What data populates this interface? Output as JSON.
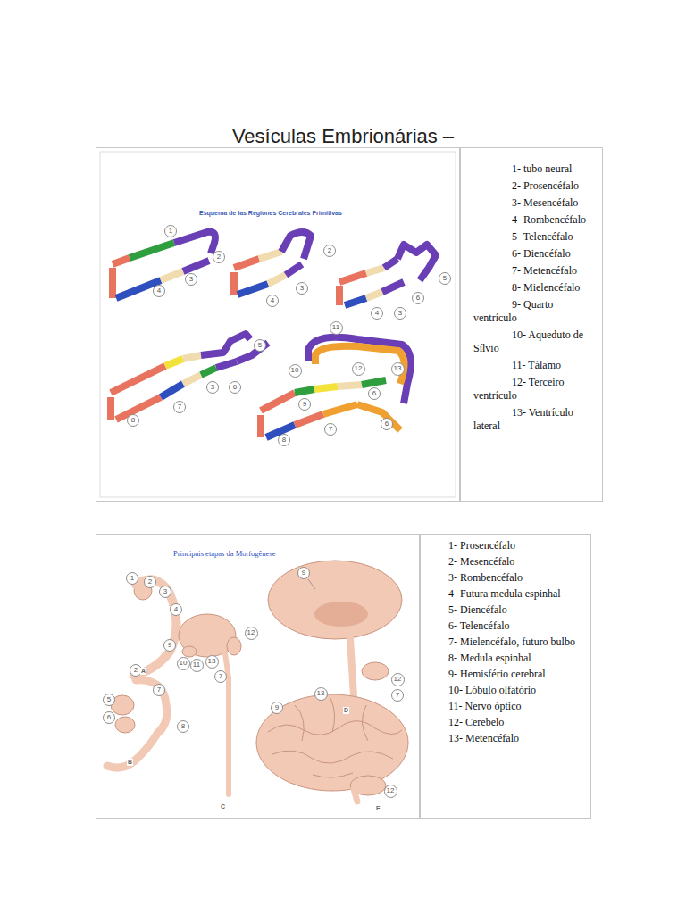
{
  "diagram": {
    "title": "Vesículas Embrionárias –",
    "nodes": [
      {
        "text": [
          "Esquema de las Regiones Cerebrales Primitivas"
        ]
      },
      {
        "text": [
          "1"
        ],
        "in": 0
      },
      {
        "text": [
          "2"
        ],
        "in": 0
      },
      {
        "text": [
          "3"
        ],
        "in": 0
      },
      {
        "text": [
          "4"
        ],
        "in": 0
      },
      {
        "text": [
          "2"
        ],
        "in": 0
      },
      {
        "text": [
          "3"
        ],
        "in": 0
      },
      {
        "text": [
          "4"
        ],
        "in": 0
      },
      {
        "text": [
          "5"
        ],
        "in": 0
      },
      {
        "text": [
          "4"
        ],
        "in": 0
      },
      {
        "text": [
          "3"
        ],
        "in": 0
      },
      {
        "text": [
          "6"
        ],
        "in": 0
      },
      {
        "text": [
          "5"
        ],
        "in": 0
      },
      {
        "text": [
          "3"
        ],
        "in": 0
      },
      {
        "text": [
          "6"
        ],
        "in": 0
      },
      {
        "text": [
          "7"
        ],
        "in": 0
      },
      {
        "text": [
          "8"
        ],
        "in": 0
      },
      {
        "text": [
          "11"
        ],
        "in": 0
      },
      {
        "text": [
          "10"
        ],
        "in": 0
      },
      {
        "text": [
          "12"
        ],
        "in": 0
      },
      {
        "text": [
          "13"
        ],
        "in": 0
      },
      {
        "text": [
          "9"
        ],
        "in": 0
      },
      {
        "text": [
          "6"
        ],
        "in": 0
      },
      {
        "text": [
          "7"
        ],
        "in": 0
      },
      {
        "text": [
          "8"
        ],
        "in": 0
      },
      {
        "text": [
          "6"
        ],
        "in": 0
      },
      {
        "text": [
          "1- tubo neural",
          "2- Prosencéfalo",
          "3- Mesencéfalo",
          "4- Rombencéfalo",
          "5- Telencéfalo",
          "6- Diencéfalo",
          "7- Metencéfalo",
          "8- Mielencéfalo",
          "9- Quarto ventrículo",
          "10- Aqueduto de Sílvio",
          "11- Tálamo",
          "12- Terceiro ventrículo",
          "13- Ventrículo lateral"
        ]
      },
      {
        "text": [
          "Principais etapas da Morfogênese"
        ]
      },
      {
        "text": [
          "1"
        ],
        "in": 27
      },
      {
        "text": [
          "2"
        ],
        "in": 27
      },
      {
        "text": [
          "3"
        ],
        "in": 27
      },
      {
        "text": [
          "4"
        ],
        "in": 27
      },
      {
        "text": [
          "2"
        ],
        "in": 27
      },
      {
        "text": [
          "5"
        ],
        "in": 27
      },
      {
        "text": [
          "6"
        ],
        "in": 27
      },
      {
        "text": [
          "7"
        ],
        "in": 27
      },
      {
        "text": [
          "8"
        ],
        "in": 27
      },
      {
        "text": [
          "9"
        ],
        "in": 27
      },
      {
        "text": [
          "10"
        ],
        "in": 27
      },
      {
        "text": [
          "11"
        ],
        "in": 27
      },
      {
        "text": [
          "13"
        ],
        "in": 27
      },
      {
        "text": [
          "7"
        ],
        "in": 27
      },
      {
        "text": [
          "12"
        ],
        "in": 27
      },
      {
        "text": [
          "9"
        ],
        "in": 27
      },
      {
        "text": [
          "12"
        ],
        "in": 27
      },
      {
        "text": [
          "13"
        ],
        "in": 27
      },
      {
        "text": [
          "7"
        ],
        "in": 27
      },
      {
        "text": [
          "9"
        ],
        "in": 27
      },
      {
        "text": [
          "12"
        ],
        "in": 27
      },
      {
        "text": [
          "1- Prosencéfalo",
          "2- Mesencéfalo",
          "3- Rombencéfalo",
          "4- Futura medula espinhal",
          "5- Diencéfalo",
          "6- Telencéfalo",
          "7- Mielencéfalo, futuro bulbo",
          "8- Medula espinhal",
          "9- Hemisfério cerebral",
          "10- Lóbulo olfatório",
          "11- Nervo óptico",
          "12- Cerebelo",
          "13- Metencéfalo"
        ]
      }
    ],
    "labels": [
      "A",
      "B",
      "C",
      "D",
      "E"
    ]
  }
}
